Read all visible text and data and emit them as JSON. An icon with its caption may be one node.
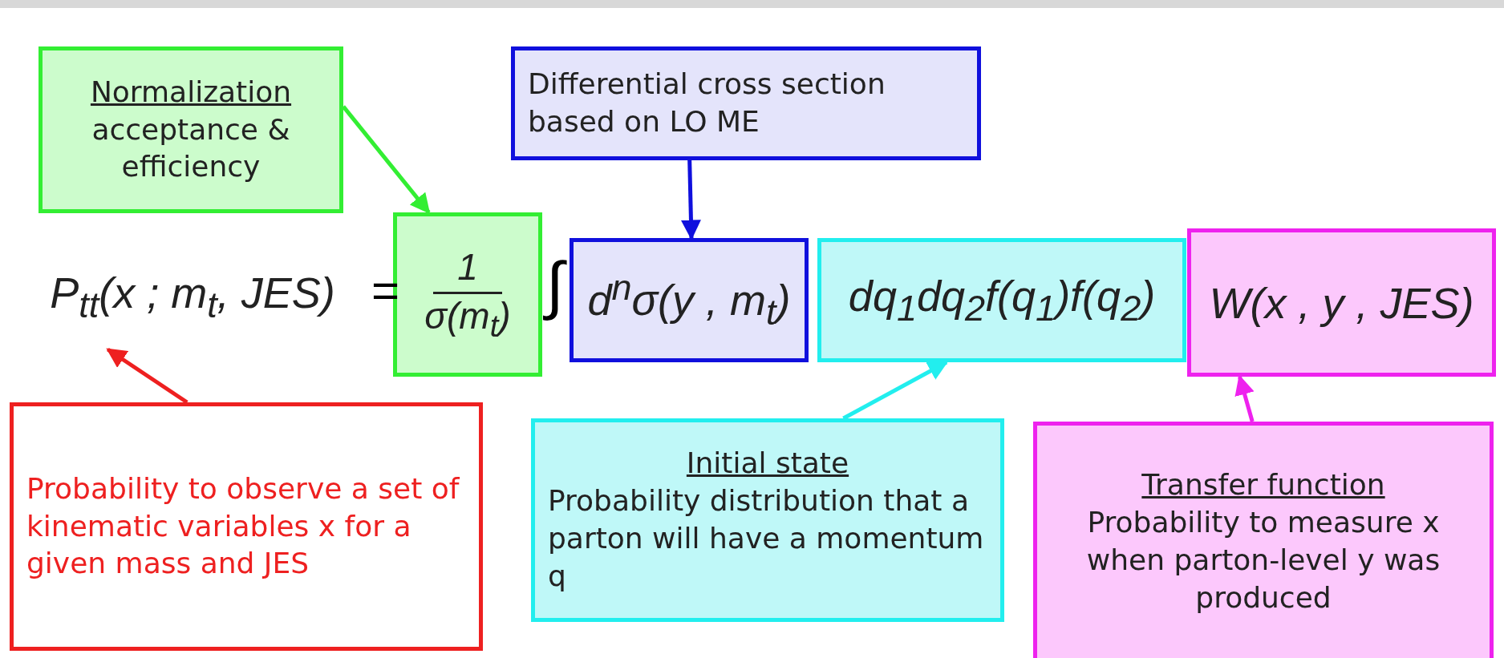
{
  "diagram": {
    "nodes": [
      {
        "text": [
          "Normalization",
          "acceptance & efficiency"
        ]
      },
      {
        "text": [
          "Differential cross section based on LO ME"
        ]
      },
      {
        "text": [
          "P$_{tt}$(x ; m$_{t}$, JES)"
        ]
      },
      {
        "text": [
          "1",
          "σ(m$_{t}$)"
        ]
      },
      {
        "text": [
          "d$^{n}$σ(y , m$_{t}$)"
        ]
      },
      {
        "text": [
          "dq$_{1}$dq$_{2}$f(q$_{1}$)f(q$_{2}$)"
        ]
      },
      {
        "text": [
          "W(x , y , JES)"
        ]
      },
      {
        "text": [
          "Probability to observe a set of kinematic variables x for a given mass and JES"
        ]
      },
      {
        "text": [
          "Initial state",
          "Probability distribution that a parton will have a momentum q"
        ]
      },
      {
        "text": [
          "Transfer function",
          "Probability to measure x when parton-level y was produced"
        ]
      }
    ],
    "edges": [
      {
        "from": 0,
        "to": 3,
        "arrow": "to",
        "color": "#33ee33"
      },
      {
        "from": 1,
        "to": 4,
        "arrow": "to",
        "color": "#1010dd"
      },
      {
        "from": 7,
        "to": 2,
        "arrow": "to",
        "color": "#ee2020"
      },
      {
        "from": 8,
        "to": 5,
        "arrow": "to",
        "color": "#22eeee"
      },
      {
        "from": 9,
        "to": 6,
        "arrow": "to",
        "color": "#ee22ee"
      }
    ],
    "labels": [
      "=",
      "∫"
    ]
  }
}
